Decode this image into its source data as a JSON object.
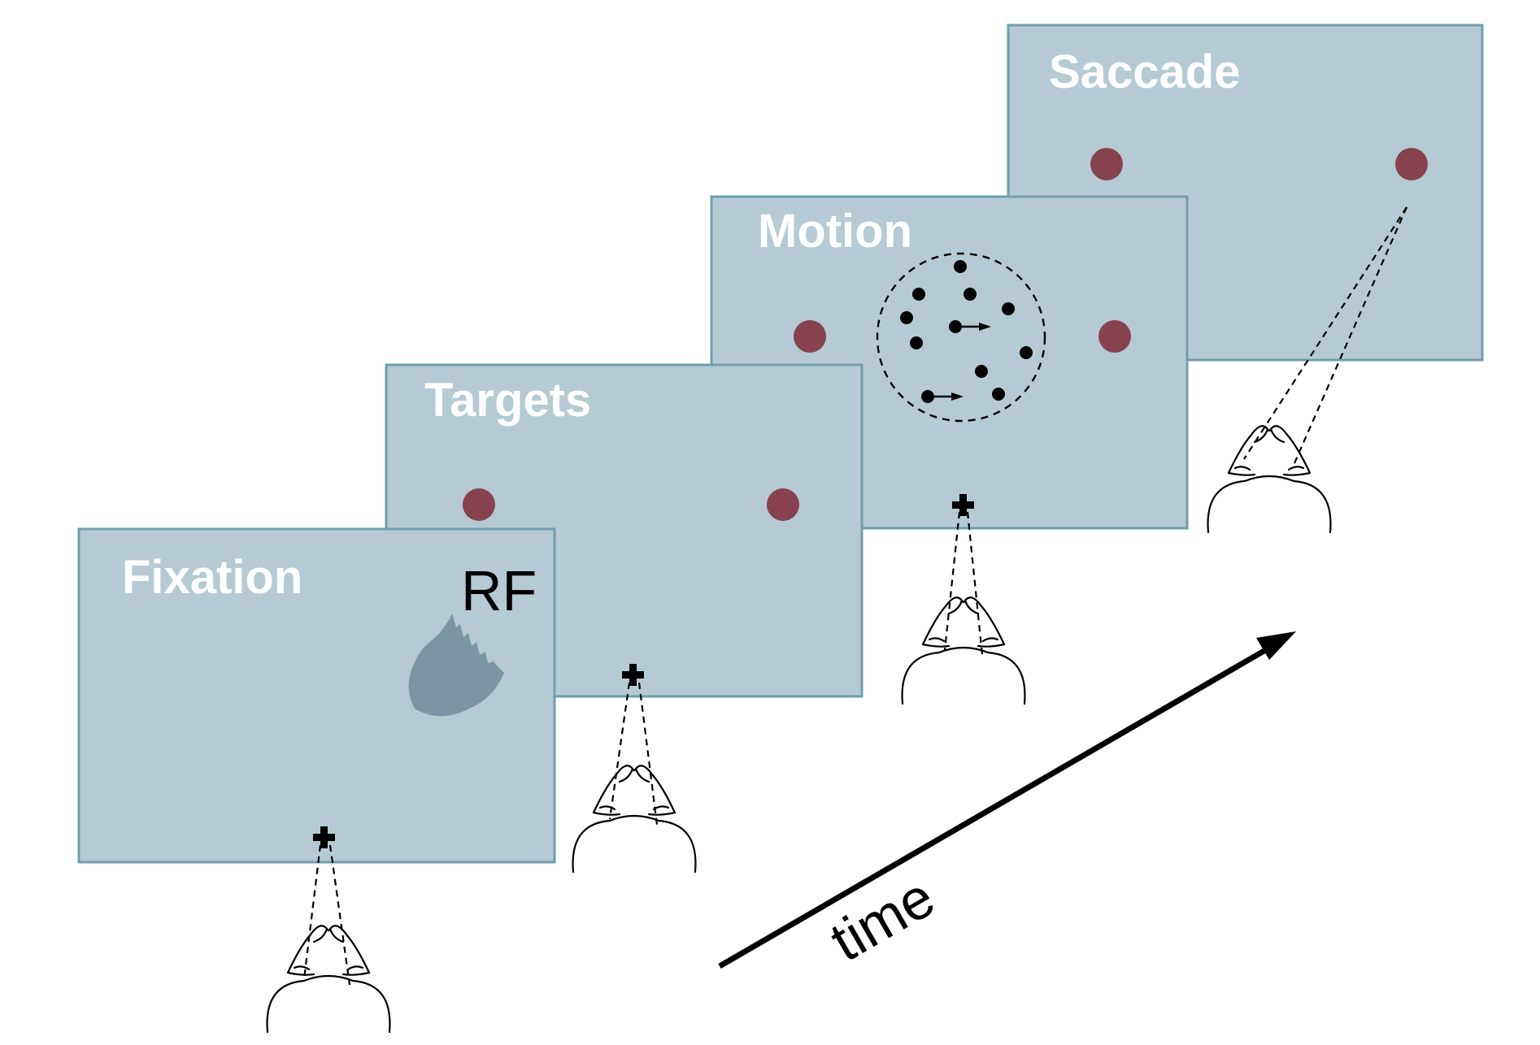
{
  "panels": {
    "fixation": {
      "title": "Fixation",
      "rf_label": "RF"
    },
    "targets": {
      "title": "Targets"
    },
    "motion": {
      "title": "Motion"
    },
    "saccade": {
      "title": "Saccade"
    }
  },
  "time_label": "time",
  "colors": {
    "panel_fill": "#b6cad3",
    "panel_border": "#6f9fab",
    "target": "#86434f",
    "receptive_field": "#7a96a2",
    "title_text": "#ffffff"
  }
}
